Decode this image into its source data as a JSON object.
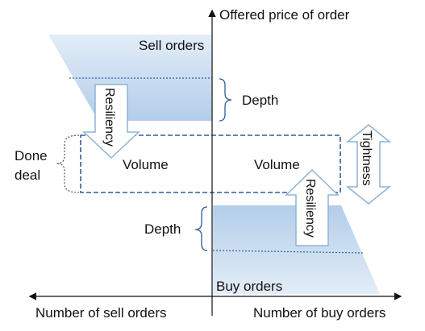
{
  "colors": {
    "fill_light": "#e1ecf8",
    "fill_dark": "#b5cfea",
    "dashed": "#2e5f95",
    "arrow_stroke": "#8fb3d6",
    "axis": "#111111"
  },
  "axes": {
    "y_label": "Offered price of order",
    "x_left_label": "Number of sell orders",
    "x_right_label": "Number of buy orders"
  },
  "regions": {
    "sell_label": "Sell orders",
    "buy_label": "Buy orders"
  },
  "labels": {
    "depth_top": "Depth",
    "depth_bottom": "Depth",
    "done_deal_line1": "Done",
    "done_deal_line2": "deal",
    "volume_left": "Volume",
    "volume_right": "Volume",
    "resiliency_top": "Resiliency",
    "resiliency_bottom": "Resiliency",
    "tightness": "Tightness"
  }
}
